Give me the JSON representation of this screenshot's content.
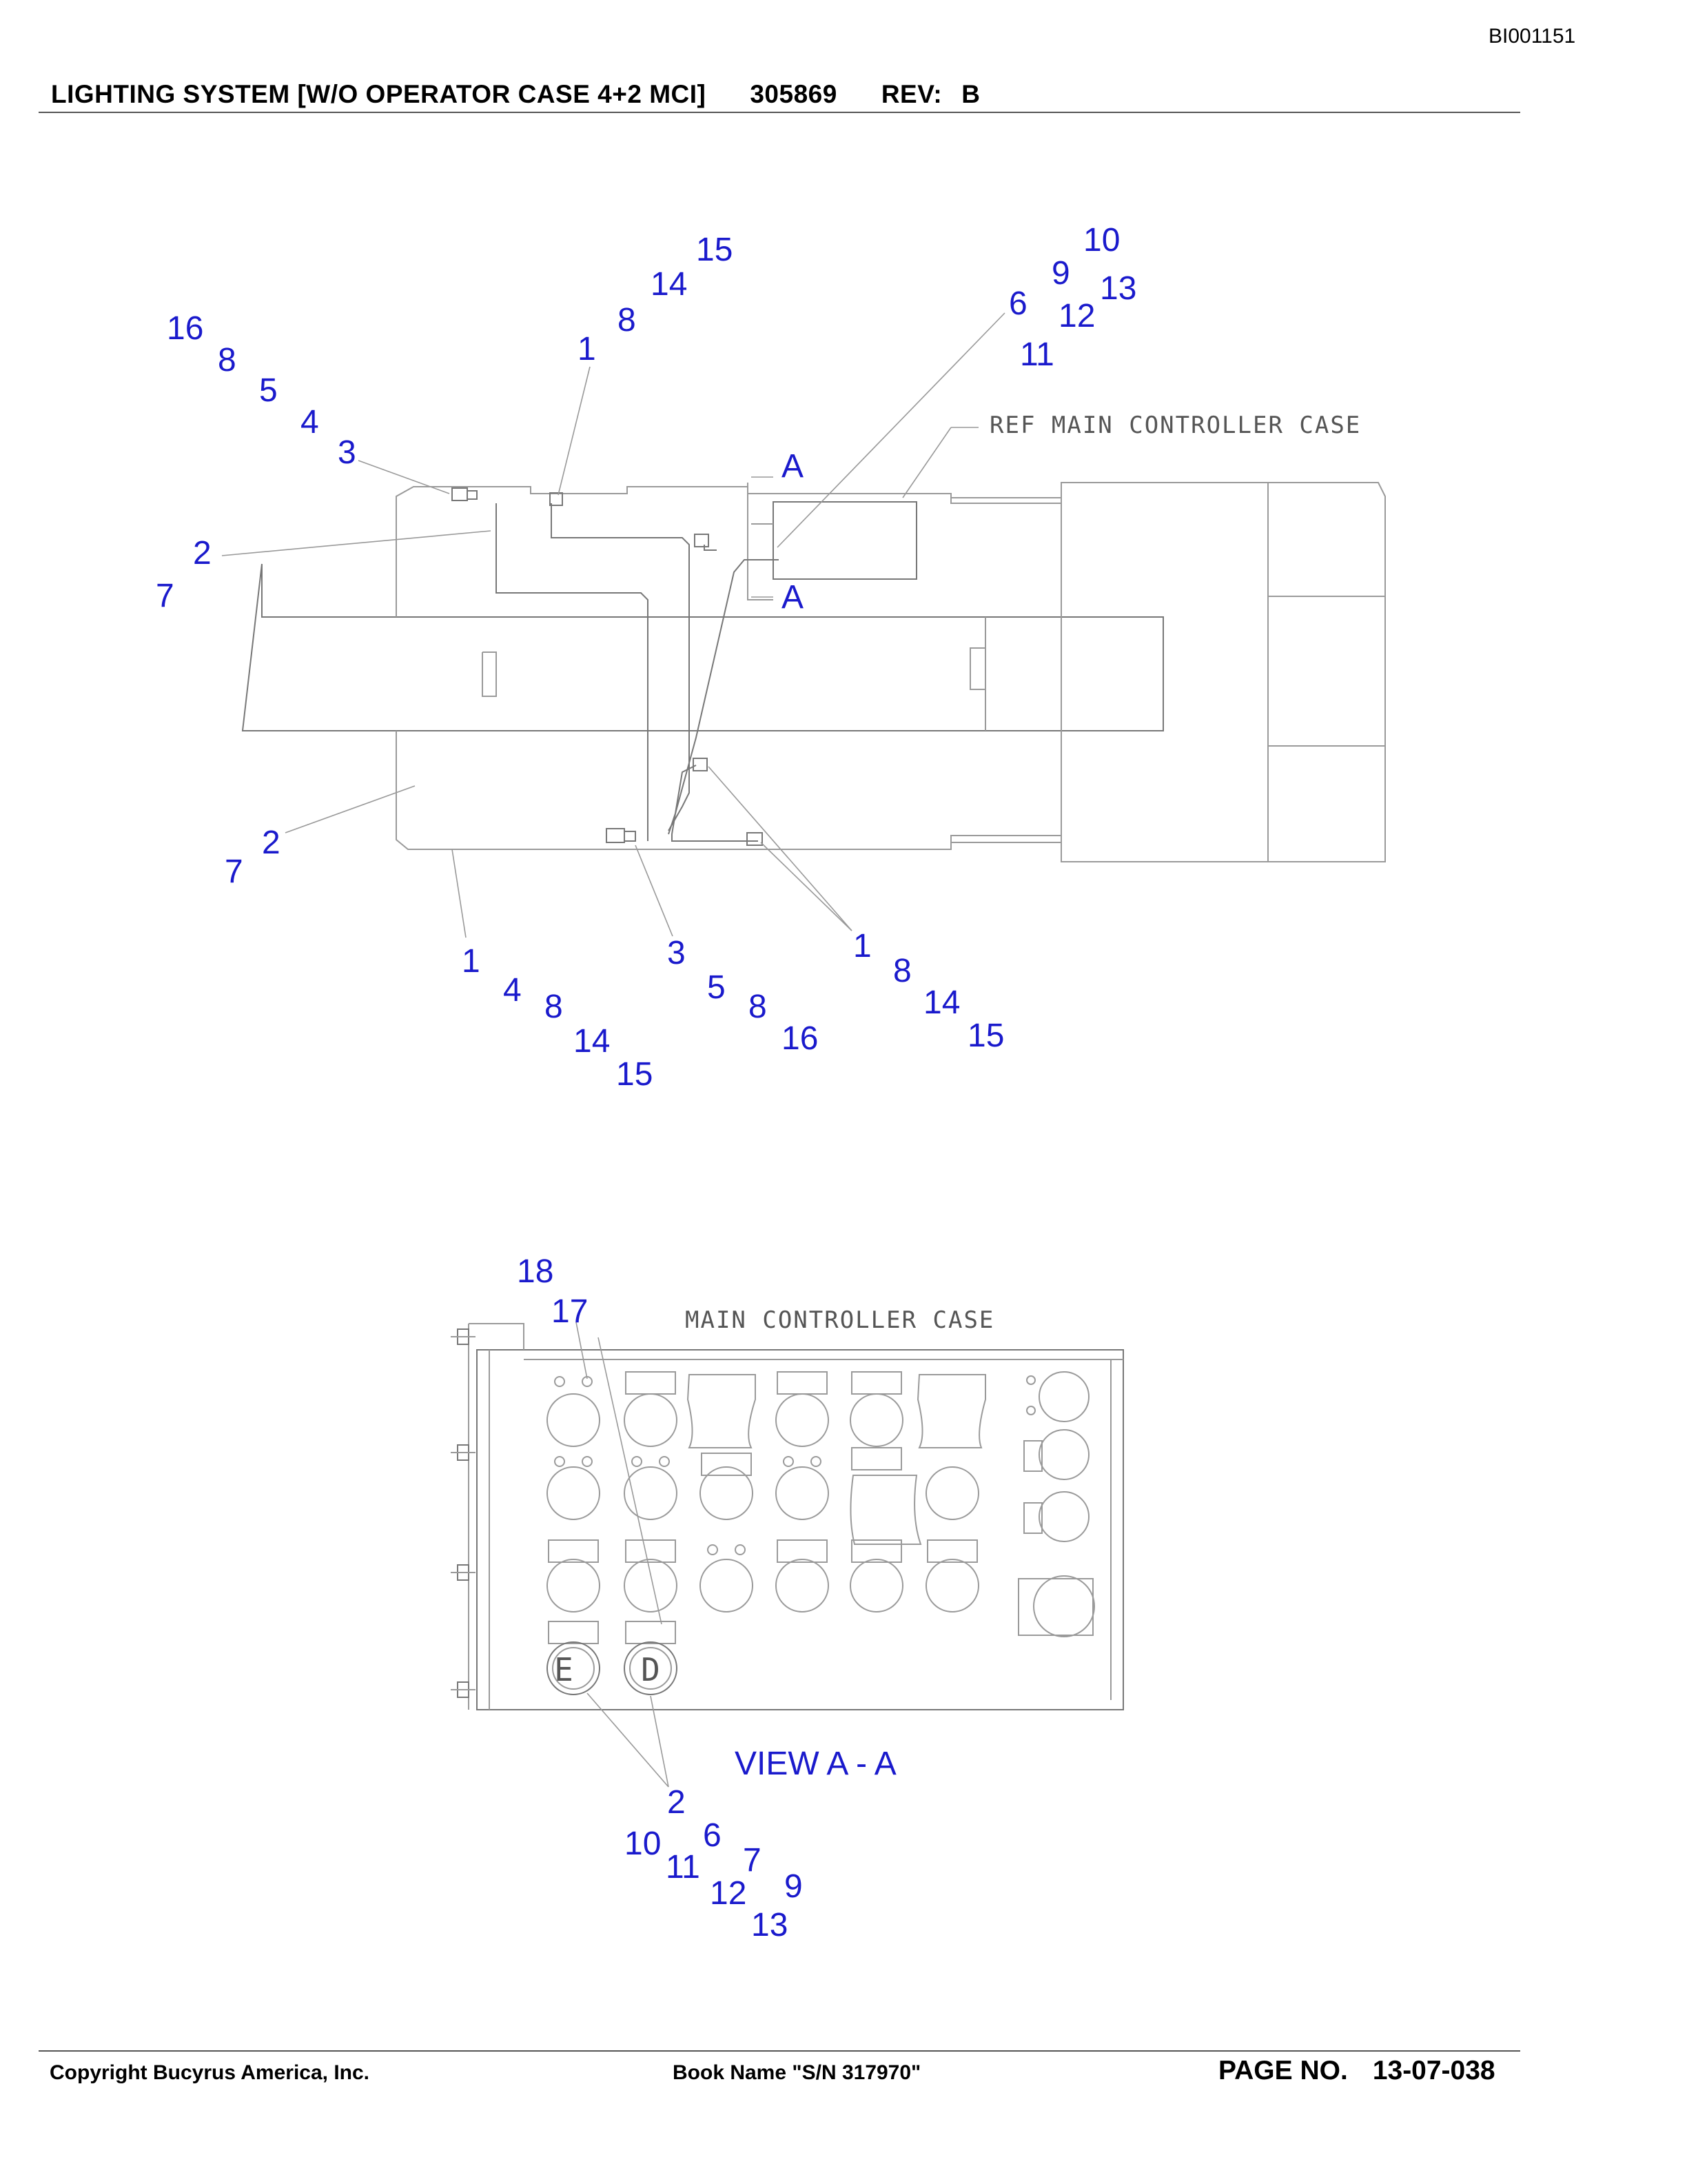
{
  "header": {
    "doc_id": "BI001151",
    "title": "LIGHTING SYSTEM [W/O OPERATOR CASE 4+2 MCI]",
    "part_number": "305869",
    "rev_label": "REV:",
    "rev_value": "B"
  },
  "top_view": {
    "ref_label": "REF MAIN CONTROLLER CASE",
    "section_marker_1": "A",
    "section_marker_2": "A",
    "callouts": {
      "c_upper_left": [
        "16",
        "8",
        "5",
        "4",
        "3"
      ],
      "c_2_upper": "2",
      "c_7_upper": "7",
      "c_upper_mid": [
        "1",
        "8",
        "14",
        "15"
      ],
      "c_upper_right": [
        "6",
        "11",
        "12",
        "9",
        "10",
        "13"
      ],
      "c_2_lower": "2",
      "c_7_lower": "7",
      "c_lower_left": [
        "1",
        "4",
        "8",
        "14",
        "15"
      ],
      "c_lower_mid": [
        "3",
        "5",
        "8",
        "16"
      ],
      "c_lower_right": [
        "1",
        "8",
        "14",
        "15"
      ]
    }
  },
  "view_aa": {
    "case_label": "MAIN CONTROLLER CASE",
    "view_label": "VIEW A - A",
    "lamp_e": "E",
    "lamp_d": "D",
    "callouts": {
      "c_18": "18",
      "c_17": "17",
      "c_bottom": [
        "2",
        "10",
        "6",
        "11",
        "7",
        "12",
        "9",
        "13"
      ]
    }
  },
  "footer": {
    "copyright": "Copyright Bucyrus America, Inc.",
    "book_name": "Book Name \"S/N 317970\"",
    "page_label": "PAGE NO.",
    "page_value": "13-07-038"
  }
}
